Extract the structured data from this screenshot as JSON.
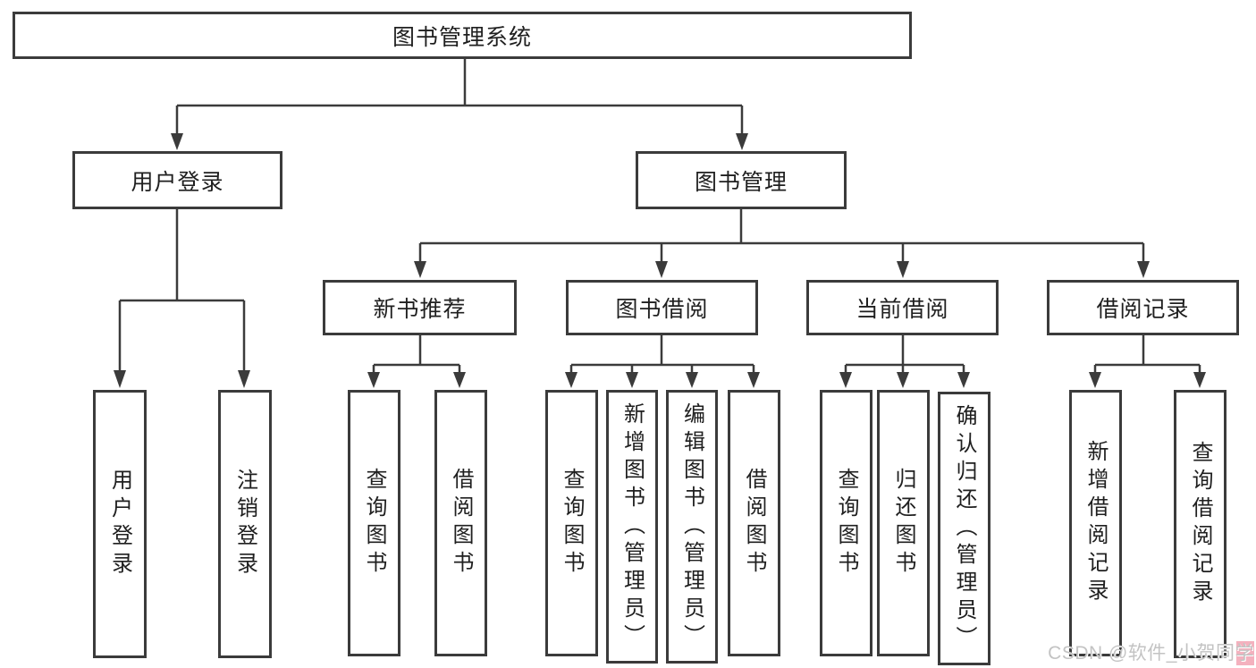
{
  "diagram": {
    "root": {
      "label": "图书管理系统"
    },
    "branches": [
      {
        "label": "用户登录",
        "children": [
          {
            "label": "用户登录"
          },
          {
            "label": "注销登录"
          }
        ]
      },
      {
        "label": "图书管理",
        "children": [
          {
            "label": "新书推荐",
            "children": [
              {
                "label": "查询图书"
              },
              {
                "label": "借阅图书"
              }
            ]
          },
          {
            "label": "图书借阅",
            "children": [
              {
                "label": "查询图书"
              },
              {
                "label": "新增图书（管理员）"
              },
              {
                "label": "编辑图书（管理员）"
              },
              {
                "label": "借阅图书"
              }
            ]
          },
          {
            "label": "当前借阅",
            "children": [
              {
                "label": "查询图书"
              },
              {
                "label": "归还图书"
              },
              {
                "label": "确认归还（管理员）"
              }
            ]
          },
          {
            "label": "借阅记录",
            "children": [
              {
                "label": "新增借阅记录"
              },
              {
                "label": "查询借阅记录"
              }
            ]
          }
        ]
      }
    ]
  },
  "watermark": {
    "text": "CSDN @软件_小贺同学"
  },
  "colors": {
    "line": "#3b3b3b",
    "text": "#1f1f1f",
    "background": "#ffffff",
    "watermark_text": "#c3c3c3",
    "watermark_accent": "#f4b1be"
  }
}
